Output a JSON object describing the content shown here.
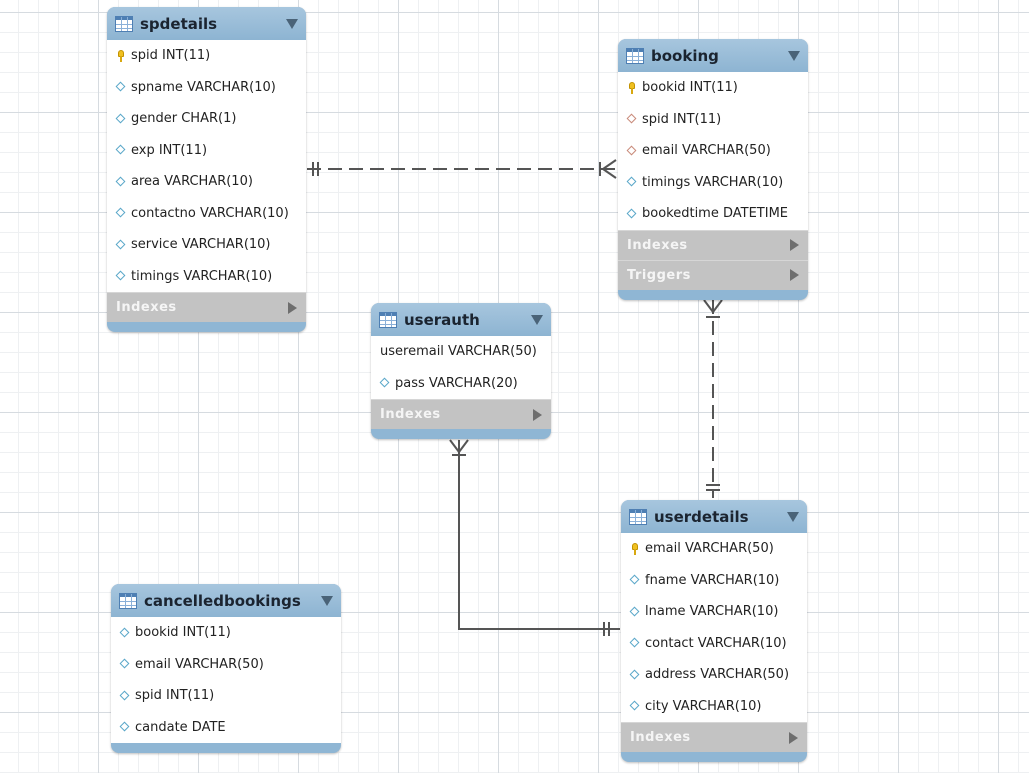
{
  "tables": {
    "spdetails": {
      "name": "spdetails",
      "columns": [
        {
          "icon": "key",
          "text": "spid INT(11)"
        },
        {
          "icon": "dia",
          "text": "spname VARCHAR(10)"
        },
        {
          "icon": "dia",
          "text": "gender CHAR(1)"
        },
        {
          "icon": "dia",
          "text": "exp INT(11)"
        },
        {
          "icon": "dia",
          "text": "area VARCHAR(10)"
        },
        {
          "icon": "dia",
          "text": "contactno VARCHAR(10)"
        },
        {
          "icon": "dia",
          "text": "service VARCHAR(10)"
        },
        {
          "icon": "dia",
          "text": "timings VARCHAR(10)"
        }
      ],
      "sections": [
        "Indexes"
      ]
    },
    "booking": {
      "name": "booking",
      "columns": [
        {
          "icon": "key",
          "text": "bookid INT(11)"
        },
        {
          "icon": "fk",
          "text": "spid INT(11)"
        },
        {
          "icon": "fk",
          "text": "email VARCHAR(50)"
        },
        {
          "icon": "dia",
          "text": "timings VARCHAR(10)"
        },
        {
          "icon": "dia",
          "text": "bookedtime DATETIME"
        }
      ],
      "sections": [
        "Indexes",
        "Triggers"
      ]
    },
    "userauth": {
      "name": "userauth",
      "columns": [
        {
          "icon": "none",
          "text": "useremail VARCHAR(50)"
        },
        {
          "icon": "dia",
          "text": "pass VARCHAR(20)"
        }
      ],
      "sections": [
        "Indexes"
      ]
    },
    "userdetails": {
      "name": "userdetails",
      "columns": [
        {
          "icon": "key",
          "text": "email VARCHAR(50)"
        },
        {
          "icon": "dia",
          "text": "fname VARCHAR(10)"
        },
        {
          "icon": "dia",
          "text": "lname VARCHAR(10)"
        },
        {
          "icon": "dia",
          "text": "contact VARCHAR(10)"
        },
        {
          "icon": "dia",
          "text": "address VARCHAR(50)"
        },
        {
          "icon": "dia",
          "text": "city VARCHAR(10)"
        }
      ],
      "sections": [
        "Indexes"
      ]
    },
    "cancelledbookings": {
      "name": "cancelledbookings",
      "columns": [
        {
          "icon": "dia",
          "text": "bookid INT(11)"
        },
        {
          "icon": "dia",
          "text": "email VARCHAR(50)"
        },
        {
          "icon": "dia",
          "text": "spid INT(11)"
        },
        {
          "icon": "dia",
          "text": "candate DATE"
        }
      ],
      "sections": []
    }
  },
  "colors": {
    "header": "#8fb6d4",
    "section": "#c3c3c3",
    "link": "#555555"
  }
}
